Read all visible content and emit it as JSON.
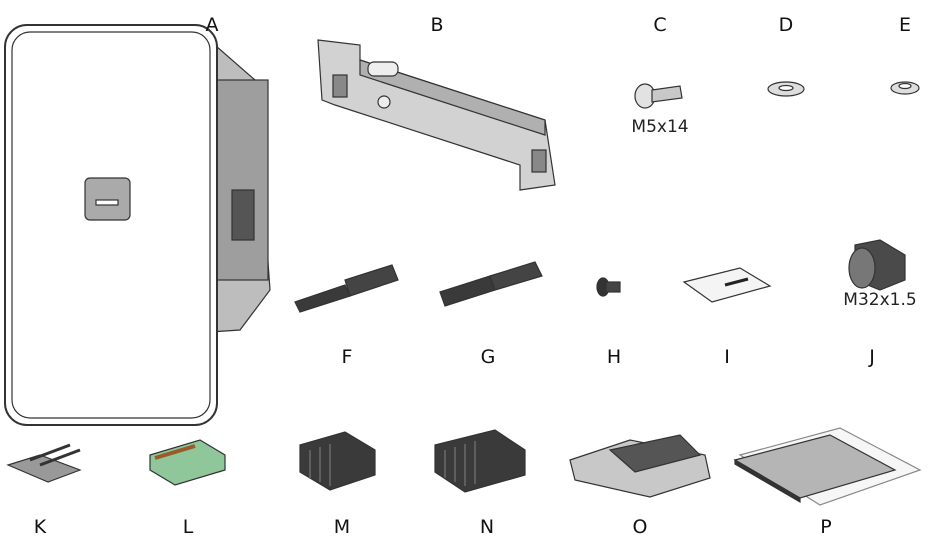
{
  "items": [
    {
      "letter": "A"
    },
    {
      "letter": "B"
    },
    {
      "letter": "C",
      "caption": "M5x14"
    },
    {
      "letter": "D"
    },
    {
      "letter": "E"
    },
    {
      "letter": "F"
    },
    {
      "letter": "G"
    },
    {
      "letter": "H"
    },
    {
      "letter": "I"
    },
    {
      "letter": "J",
      "caption": "M32x1.5"
    },
    {
      "letter": "K"
    },
    {
      "letter": "L"
    },
    {
      "letter": "M"
    },
    {
      "letter": "N"
    },
    {
      "letter": "O"
    },
    {
      "letter": "P"
    }
  ],
  "colors": {
    "line": "#333333",
    "body": "#ffffff",
    "metal": "#cfcfcf",
    "dark": "#3a3a3a",
    "green": "#8fc79a"
  }
}
